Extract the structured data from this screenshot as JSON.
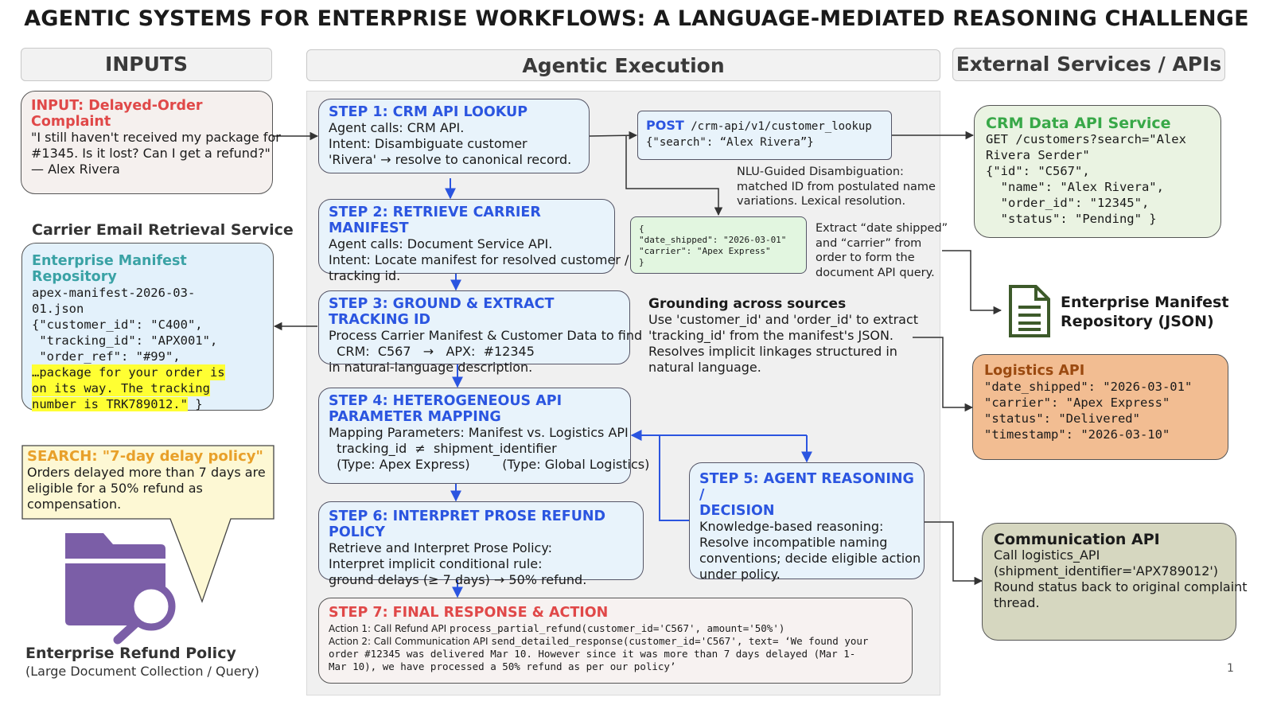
{
  "title": "AGENTIC SYSTEMS FOR ENTERPRISE WORKFLOWS: A LANGUAGE-MEDIATED REASONING CHALLENGE",
  "columns": {
    "inputs": "INPUTS",
    "execution": "Agentic Execution",
    "services": "External Services / APIs"
  },
  "complaint": {
    "title": "INPUT: Delayed-Order Complaint",
    "lines": [
      "\"I still haven't received my package for",
      "#1345. Is it lost? Can I get a refund?\"",
      "— Alex Rivera"
    ]
  },
  "carrier_service": {
    "heading": "Carrier Email Retrieval Service",
    "title": "Enterprise Manifest Repository",
    "lines": [
      "apex-manifest-2026-03-",
      "01.json",
      "{\"customer_id\": \"C400\",",
      " \"tracking_id\": \"APX001\",",
      " \"order_ref\": \"#99\","
    ],
    "highlight_lines": [
      "…package for your order is",
      "on its way. The tracking",
      "number is TRK789012.\""
    ],
    "closing": " }"
  },
  "search": {
    "title": "SEARCH: \"7-day delay policy\"",
    "lines": [
      "Orders delayed more than 7 days are",
      "eligible for a 50% refund as",
      "compensation."
    ]
  },
  "refund_policy": {
    "label": "Enterprise Refund Policy",
    "sub": "(Large Document Collection / Query)"
  },
  "steps": {
    "s1": {
      "title": "STEP 1: CRM API LOOKUP",
      "lines": [
        "Agent calls: CRM API.",
        "Intent: Disambiguate customer",
        "'Rivera' → resolve to canonical record."
      ]
    },
    "s2": {
      "title": "STEP 2: RETRIEVE CARRIER MANIFEST",
      "lines": [
        "Agent calls: Document Service API.",
        "Intent: Locate manifest for resolved customer /",
        "tracking id."
      ]
    },
    "s3": {
      "title": "STEP 3: GROUND & EXTRACT TRACKING ID",
      "lines": [
        "Process Carrier Manifest & Customer Data to find",
        "  CRM:  C567   →   APX:  #12345",
        "in natural-language description."
      ]
    },
    "s4": {
      "title_lines": [
        "STEP 4: HETEROGENEOUS API",
        "PARAMETER MAPPING"
      ],
      "lines": [
        "Mapping Parameters: Manifest vs. Logistics API",
        "  tracking_id  ≠  shipment_identifier",
        "  (Type: Apex Express)        (Type: Global Logistics)"
      ]
    },
    "s5": {
      "title_lines": [
        "STEP 5: AGENT REASONING /",
        "DECISION"
      ],
      "lines": [
        "Knowledge-based reasoning:",
        "Resolve incompatible naming",
        "conventions; decide eligible action",
        "under policy."
      ]
    },
    "s6": {
      "title": "STEP 6: INTERPRET PROSE REFUND POLICY",
      "lines": [
        "Retrieve and Interpret Prose Policy:",
        "Interpret implicit conditional rule:",
        "ground delays (≥ 7 days) → 50% refund."
      ]
    },
    "s7": {
      "title": "STEP 7: FINAL RESPONSE & ACTION",
      "action1_label": "Action 1: Call Refund API ",
      "action1_code": "process_partial_refund(customer_id='C567', amount='50%')",
      "action2_label": "Action 2: Call Communication API ",
      "action2_code": "send_detailed_response(customer_id='C567', text= ‘We found your",
      "code_lines": [
        "order #12345 was delivered Mar 10. However since it was more than 7 days delayed (Mar 1-",
        "Mar 10), we have processed a 50% refund as per our policy’"
      ]
    }
  },
  "post_req": {
    "method": "POST",
    "path": " /crm-api/v1/customer_lookup",
    "body": "{\"search\": “Alex Rivera”}"
  },
  "nlu_note": [
    "NLU-Guided Disambiguation:",
    "matched ID from postulated name",
    "variations. Lexical resolution."
  ],
  "json_snip": [
    "{",
    "\"date_shipped\": \"2026-03-01\"",
    "\"carrier\": \"Apex Express\"",
    "}"
  ],
  "extract_note": [
    "Extract “date shipped”",
    "and “carrier” from",
    "order to form the",
    "document API query."
  ],
  "grounding": {
    "title": "Grounding across sources",
    "lines": [
      "Use 'customer_id' and 'order_id' to extract",
      "'tracking_id' from the manifest's JSON.",
      "Resolves implicit linkages structured in",
      "natural language."
    ]
  },
  "crm_service": {
    "title": "CRM Data API Service",
    "lines": [
      "GET /customers?search=\"Alex",
      "Rivera Serder\"",
      "{\"id\": \"C567\",",
      "  \"name\": \"Alex Rivera\",",
      "  \"order_id\": \"12345\",",
      "  \"status\": \"Pending\" }"
    ]
  },
  "manifest_repo": {
    "label_lines": [
      "Enterprise Manifest",
      "Repository (JSON)"
    ]
  },
  "logistics": {
    "title": "Logistics API",
    "lines": [
      "\"date_shipped\": \"2026-03-01\"",
      "\"carrier\": \"Apex Express\"",
      "\"status\": \"Delivered\"",
      "\"timestamp\": \"2026-03-10\""
    ]
  },
  "communication": {
    "title": "Communication API",
    "lines": [
      "Call logistics_API",
      "(shipment_identifier='APX789012')",
      "Round status back to original complaint",
      "thread."
    ]
  },
  "page_number": "1",
  "colors": {
    "step_title": "#2b55e0",
    "final_title": "#e04848",
    "arrow": "#2b55e0",
    "folder": "#7b5ea7",
    "doc_icon": "#3d5a2a"
  },
  "icons": {
    "folder": "folder-search-icon",
    "document": "document-icon"
  }
}
